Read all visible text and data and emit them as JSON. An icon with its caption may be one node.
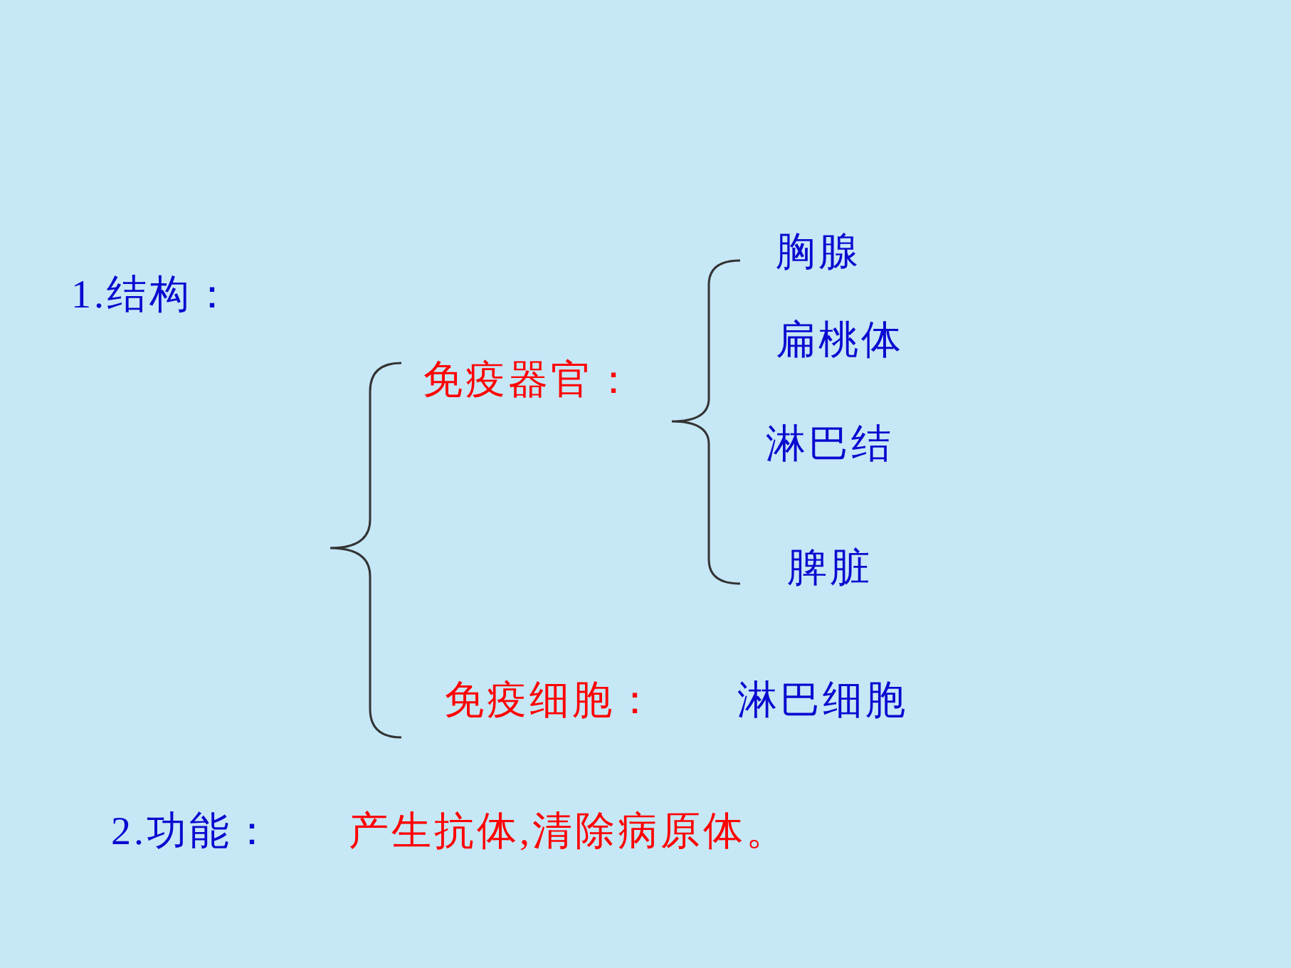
{
  "diagram": {
    "labels": [
      "胸腺",
      "1.结构：",
      "扁桃体",
      "免疫器官：",
      "淋巴结",
      "脾脏",
      "免疫细胞：",
      "淋巴细胞",
      "2.功能：",
      "产生抗体,清除病原体。"
    ]
  }
}
